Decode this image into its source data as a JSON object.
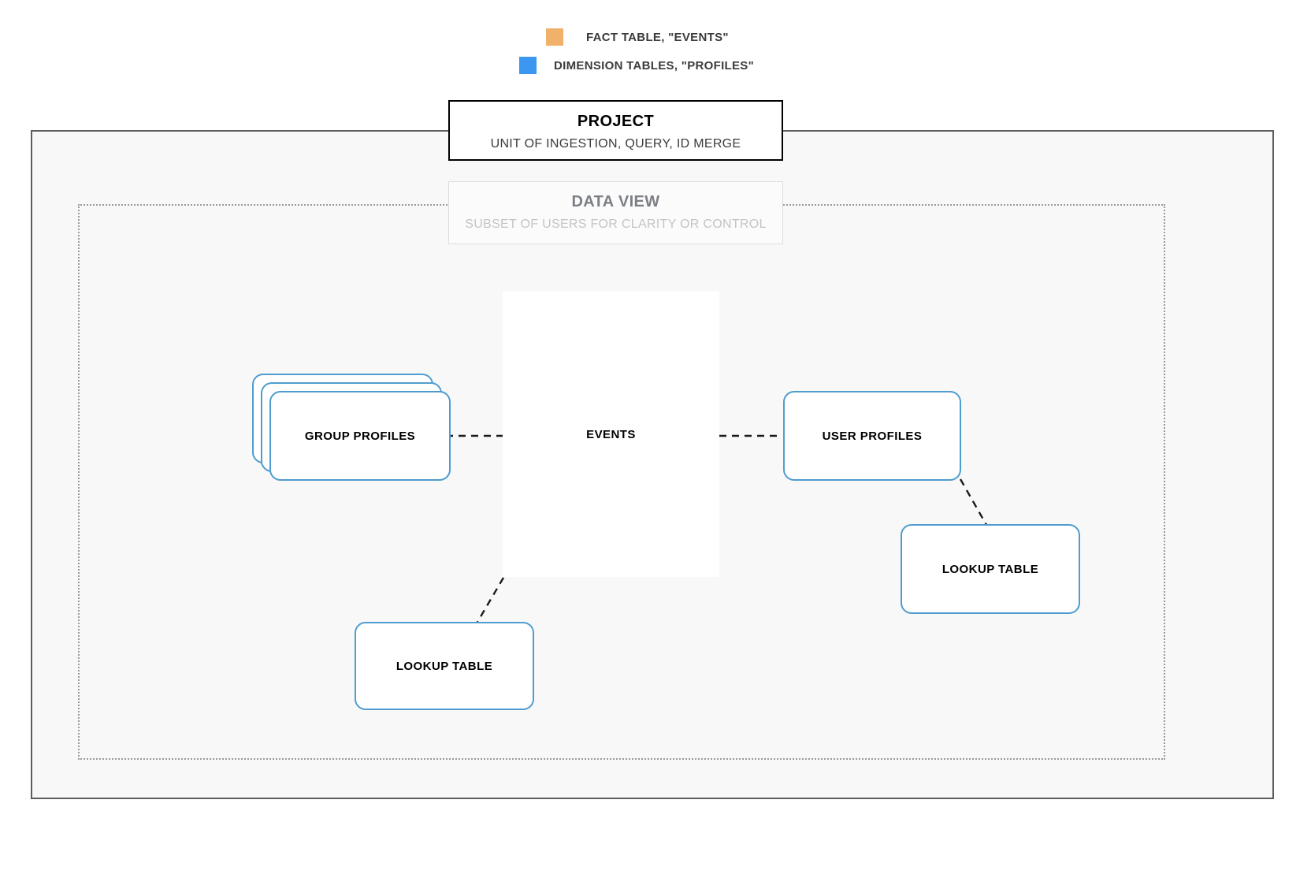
{
  "legend": {
    "items": [
      {
        "id": "fact-table",
        "label": "FACT TABLE, \"EVENTS\"",
        "color": "#f0b26b",
        "swatch_icon": "orange-square-swatch"
      },
      {
        "id": "dimension-tables",
        "label": "DIMENSION TABLES, \"PROFILES\"",
        "color": "#3b97ef",
        "swatch_icon": "blue-square-swatch"
      }
    ]
  },
  "project": {
    "title": "PROJECT",
    "subtitle": "UNIT OF INGESTION, QUERY, ID MERGE",
    "border_color": "#000000",
    "fill_color": "#f8f8f8"
  },
  "data_view": {
    "title": "DATA VIEW",
    "subtitle": "SUBSET OF USERS FOR CLARITY OR CONTROL",
    "border_color": "#dddddd",
    "title_color": "#7b7f85",
    "subtitle_color": "#c2c4c7"
  },
  "nodes": {
    "events": {
      "label": "EVENTS",
      "kind": "fact-table",
      "border_color": "#eab676"
    },
    "group_profiles": {
      "label": "GROUP PROFILES",
      "kind": "dimension-table-stack",
      "stack_count": 3,
      "border_color": "#4f9dd0"
    },
    "user_profiles": {
      "label": "USER PROFILES",
      "kind": "dimension-table",
      "border_color": "#4f9dd0"
    },
    "lookup_table_left": {
      "label": "LOOKUP TABLE",
      "kind": "lookup-table",
      "border_color": "#4f9dd0"
    },
    "lookup_table_right": {
      "label": "LOOKUP TABLE",
      "kind": "lookup-table",
      "border_color": "#4f9dd0"
    }
  },
  "connectors": [
    {
      "id": "group-profiles-to-events",
      "from": "group_profiles",
      "to": "events",
      "style": "dashed",
      "color": "#1a1a1a"
    },
    {
      "id": "events-to-user-profiles",
      "from": "events",
      "to": "user_profiles",
      "style": "dashed",
      "color": "#1a1a1a"
    },
    {
      "id": "events-to-lookup-left",
      "from": "events",
      "to": "lookup_table_left",
      "style": "dashed",
      "color": "#1a1a1a"
    },
    {
      "id": "user-profiles-to-lookup-right",
      "from": "user_profiles",
      "to": "lookup_table_right",
      "style": "dashed",
      "color": "#1a1a1a"
    }
  ]
}
